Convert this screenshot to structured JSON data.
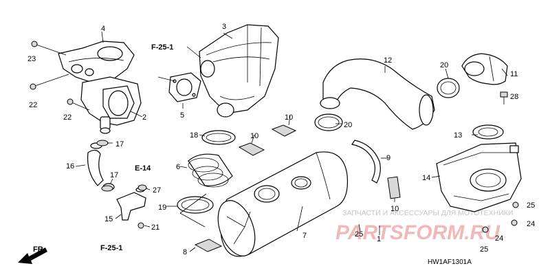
{
  "diagram_code": "HW1AF1301A",
  "watermark": {
    "line1": "ЗАПЧАСТИ И АКСЕССУАРЫ ДЛЯ МОТОТЕХНИКИ",
    "line2": "PARTSFORM.RU"
  },
  "references": {
    "f25_top": "F-25-1",
    "f25_bottom": "F-25-1",
    "e14": "E-14",
    "front": "FR."
  },
  "callouts": {
    "n1": "1",
    "n2": "2",
    "n3": "3",
    "n4": "4",
    "n5": "5",
    "n6": "6",
    "n7": "7",
    "n8": "8",
    "n9": "9",
    "n10a": "10",
    "n10b": "10",
    "n10c": "10",
    "n11": "11",
    "n12": "12",
    "n13": "13",
    "n14": "14",
    "n15": "15",
    "n16": "16",
    "n17a": "17",
    "n17b": "17",
    "n18": "18",
    "n19": "19",
    "n20a": "20",
    "n20b": "20",
    "n21": "21",
    "n22a": "22",
    "n22b": "22",
    "n23": "23",
    "n24a": "24",
    "n24b": "24",
    "n25a": "25",
    "n25b": "25",
    "n25c": "25",
    "n27": "27",
    "n28": "28"
  }
}
